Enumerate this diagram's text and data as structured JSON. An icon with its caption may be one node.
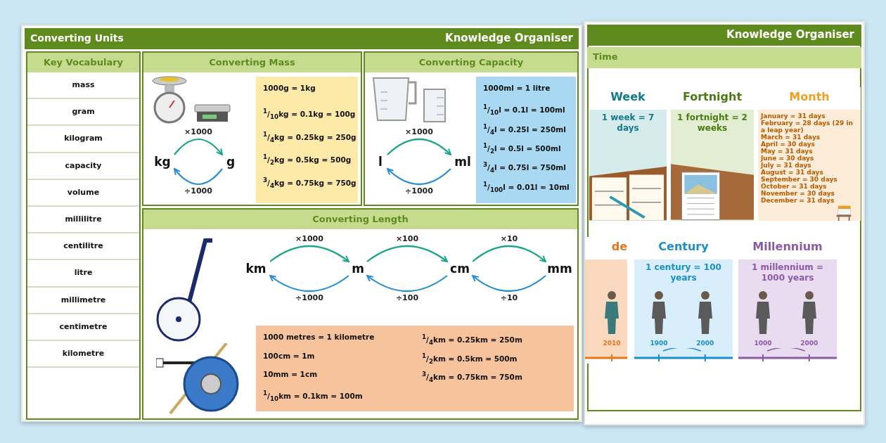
{
  "diagram": {
    "nodes": [
      {
        "text": [
          "Converting Units",
          "Knowledge Organiser"
        ]
      },
      {
        "text": [
          "Key Vocabulary"
        ],
        "in": 0
      },
      {
        "text": [
          "mass"
        ],
        "in": 1
      },
      {
        "text": [
          "gram"
        ],
        "in": 1
      },
      {
        "text": [
          "kilogram"
        ],
        "in": 1
      },
      {
        "text": [
          "capacity"
        ],
        "in": 1
      },
      {
        "text": [
          "volume"
        ],
        "in": 1
      },
      {
        "text": [
          "millilitre"
        ],
        "in": 1
      },
      {
        "text": [
          "centilitre"
        ],
        "in": 1
      },
      {
        "text": [
          "litre"
        ],
        "in": 1
      },
      {
        "text": [
          "millimetre"
        ],
        "in": 1
      },
      {
        "text": [
          "centimetre"
        ],
        "in": 1
      },
      {
        "text": [
          "kilometre"
        ],
        "in": 1
      },
      {
        "text": [
          "Converting Mass"
        ],
        "in": 0
      },
      {
        "text": [
          "kg"
        ],
        "in": 13
      },
      {
        "text": [
          "g"
        ],
        "in": 13
      },
      {
        "text": [
          "1000g = 1kg",
          "$^{1}$/$_{10}$kg = 0.1kg = 100g",
          "$^{1}$/$_{4}$kg = 0.25kg = 250g",
          "$^{1}$/$_{2}$kg = 0.5kg = 500g",
          "$^{3}$/$_{4}$kg = 0.75kg = 750g"
        ],
        "in": 13
      },
      {
        "text": [
          "Converting Capacity"
        ],
        "in": 0
      },
      {
        "text": [
          "l"
        ],
        "in": 17
      },
      {
        "text": [
          "ml"
        ],
        "in": 17
      },
      {
        "text": [
          "1000ml = 1 litre",
          "$^{1}$/$_{10}$l = 0.1l = 100ml",
          "$^{1}$/$_{4}$l = 0.25l = 250ml",
          "$^{1}$/$_{2}$l = 0.5l = 500ml",
          "$^{3}$/$_{4}$l = 0.75l = 750ml",
          "$^{1}$/$_{100}$l = 0.01l = 10ml"
        ],
        "in": 17
      },
      {
        "text": [
          "Converting Length"
        ],
        "in": 0
      },
      {
        "text": [
          "km"
        ],
        "in": 21
      },
      {
        "text": [
          "m"
        ],
        "in": 21
      },
      {
        "text": [
          "cm"
        ],
        "in": 21
      },
      {
        "text": [
          "mm"
        ],
        "in": 21
      },
      {
        "text": [
          "1000 metres = 1 kilometre",
          "100cm = 1m",
          "10mm = 1cm",
          "$^{1}$/$_{10}$km = 0.1km = 100m",
          "$^{1}$/$_{4}$km = 0.25km = 250m",
          "$^{1}$/$_{2}$km = 0.5km = 500m",
          "$^{3}$/$_{4}$km = 0.75km = 750m"
        ],
        "in": 21
      },
      {
        "text": [
          "Knowledge Organiser",
          "Time"
        ]
      },
      {
        "text": [
          "Week",
          "1 week = 7 days"
        ],
        "in": 27
      },
      {
        "text": [
          "Fortnight",
          "1 fortnight = 2 weeks"
        ],
        "in": 27
      },
      {
        "text": [
          "Month",
          "January = 31 days",
          "February = 28 days (29 in a leap year)",
          "March = 31 days",
          "April = 30 days",
          "May = 31 days",
          "June = 30 days",
          "July = 31 days",
          "August = 31 days",
          "September = 30 days",
          "October = 31 days",
          "November = 30 days",
          "December = 31 days"
        ],
        "in": 27
      },
      {
        "text": [
          "de",
          "2010"
        ],
        "in": 27
      },
      {
        "text": [
          "Century",
          "1 century = 100 years",
          "1900",
          "2000"
        ],
        "in": 27
      },
      {
        "text": [
          "Millennium",
          "1 millennium = 1000 years",
          "1000",
          "2000"
        ],
        "in": 27
      }
    ],
    "edges": [
      {
        "from": 14,
        "to": 15,
        "arrow": "to",
        "label": "×1000",
        "color": "#1aa58a"
      },
      {
        "from": 15,
        "to": 14,
        "arrow": "to",
        "label": "÷1000",
        "color": "#2a8fd0"
      },
      {
        "from": 18,
        "to": 19,
        "arrow": "to",
        "label": "×1000",
        "color": "#1aa58a"
      },
      {
        "from": 19,
        "to": 18,
        "arrow": "to",
        "label": "÷1000",
        "color": "#2a8fd0"
      },
      {
        "from": 22,
        "to": 23,
        "arrow": "to",
        "label": "×1000",
        "color": "#1aa58a"
      },
      {
        "from": 23,
        "to": 22,
        "arrow": "to",
        "label": "÷1000",
        "color": "#2a8fd0"
      },
      {
        "from": 23,
        "to": 24,
        "arrow": "to",
        "label": "×100",
        "color": "#1aa58a"
      },
      {
        "from": 24,
        "to": 23,
        "arrow": "to",
        "label": "÷100",
        "color": "#2a8fd0"
      },
      {
        "from": 24,
        "to": 25,
        "arrow": "to",
        "label": "×10",
        "color": "#1aa58a"
      },
      {
        "from": 25,
        "to": 24,
        "arrow": "to",
        "label": "÷10",
        "color": "#2a8fd0"
      }
    ]
  }
}
